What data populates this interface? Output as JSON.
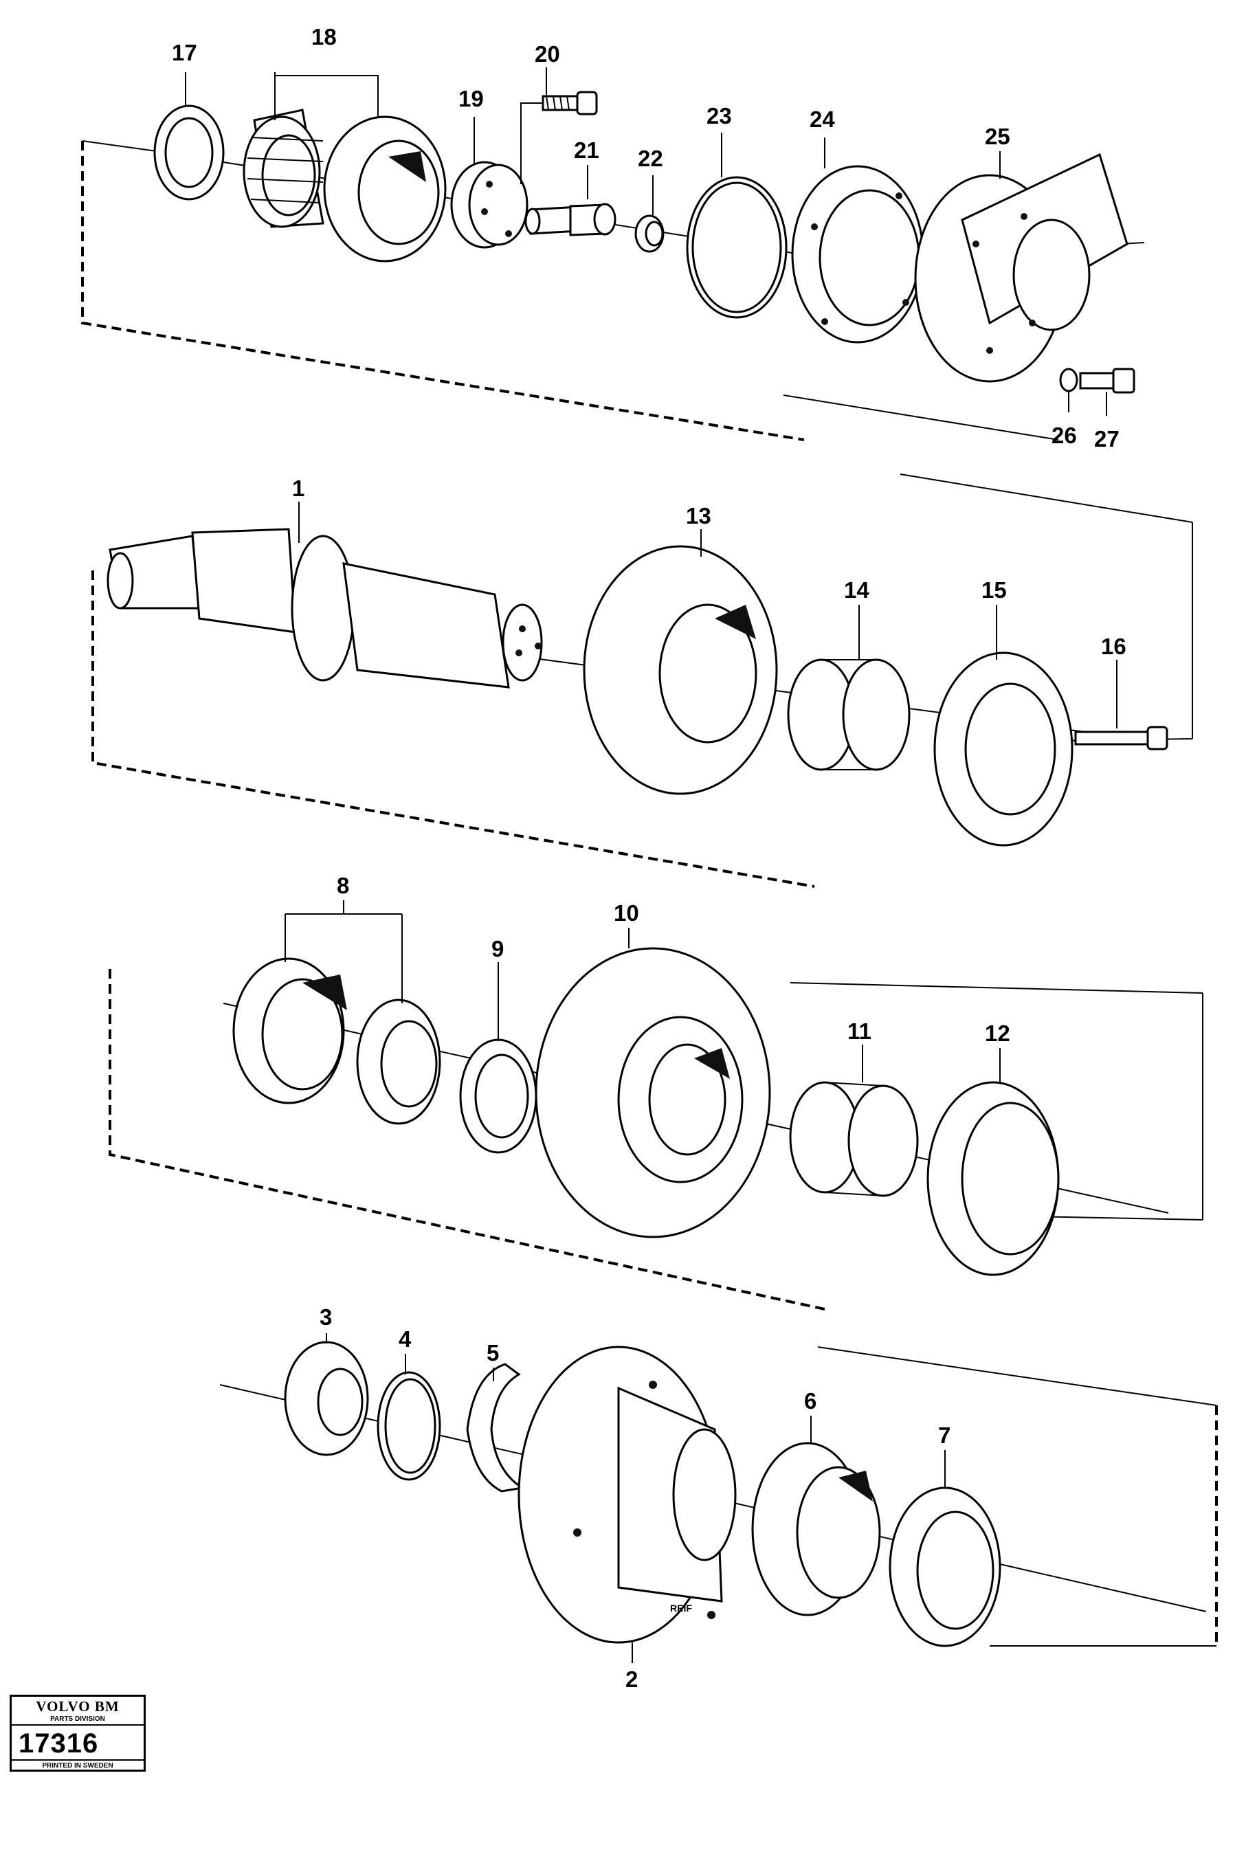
{
  "diagram": {
    "type": "exploded-parts-view",
    "callouts": [
      {
        "id": "17",
        "label": "17"
      },
      {
        "id": "18",
        "label": "18"
      },
      {
        "id": "19",
        "label": "19"
      },
      {
        "id": "20",
        "label": "20"
      },
      {
        "id": "21",
        "label": "21"
      },
      {
        "id": "22",
        "label": "22"
      },
      {
        "id": "23",
        "label": "23"
      },
      {
        "id": "24",
        "label": "24"
      },
      {
        "id": "25",
        "label": "25"
      },
      {
        "id": "26",
        "label": "26"
      },
      {
        "id": "27",
        "label": "27"
      },
      {
        "id": "1",
        "label": "1"
      },
      {
        "id": "13",
        "label": "13"
      },
      {
        "id": "14",
        "label": "14"
      },
      {
        "id": "15",
        "label": "15"
      },
      {
        "id": "16",
        "label": "16"
      },
      {
        "id": "8",
        "label": "8"
      },
      {
        "id": "9",
        "label": "9"
      },
      {
        "id": "10",
        "label": "10"
      },
      {
        "id": "11",
        "label": "11"
      },
      {
        "id": "12",
        "label": "12"
      },
      {
        "id": "3",
        "label": "3"
      },
      {
        "id": "4",
        "label": "4"
      },
      {
        "id": "5",
        "label": "5"
      },
      {
        "id": "6",
        "label": "6"
      },
      {
        "id": "7",
        "label": "7"
      },
      {
        "id": "2",
        "label": "2"
      }
    ],
    "part_stamp_text": "REIF"
  },
  "stamp": {
    "brand": "VOLVO BM",
    "division": "PARTS DIVISION",
    "number": "17316",
    "printed": "PRINTED IN SWEDEN"
  }
}
